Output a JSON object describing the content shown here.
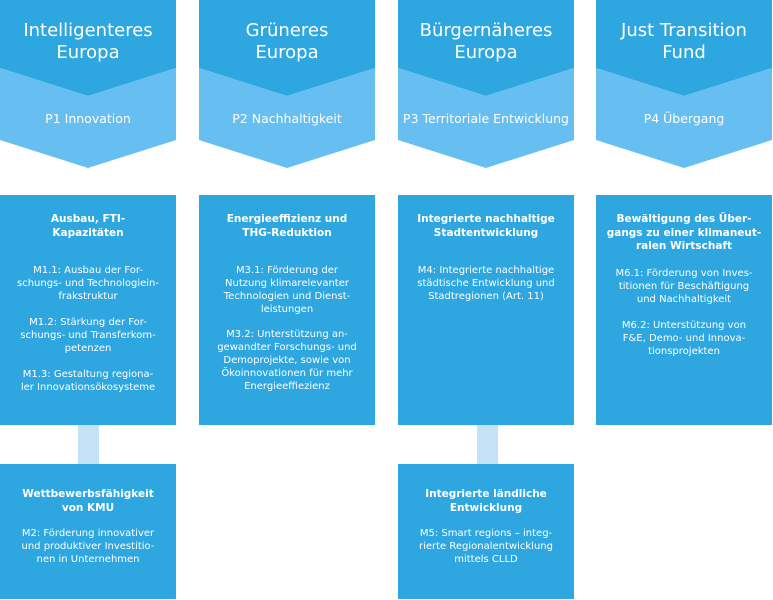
{
  "colors": {
    "header_dark": "#2ea6e0",
    "header_light": "#66bff0",
    "box": "#2ea6e0",
    "connector": "#c4e2f5"
  },
  "columns": [
    {
      "title_lines": [
        "Intelligenteres",
        "Europa"
      ],
      "priority": "P1 Innovation",
      "boxes": [
        {
          "title_lines": [
            "Ausbau, FTI-",
            "Kapazitäten"
          ],
          "items": [
            {
              "lines": [
                "M1.1: Ausbau der For-",
                "schungs- und Technologiein-",
                "frakstruktur"
              ]
            },
            {
              "lines": [
                "M1.2: Stärkung der For-",
                "schungs- und Transferkom-",
                "petenzen"
              ]
            },
            {
              "lines": [
                "M1.3: Gestaltung regiona-",
                "ler Innovationsökosysteme"
              ]
            }
          ]
        },
        {
          "title_lines": [
            "Wettbewerbsfähigkeit",
            "von KMU"
          ],
          "items": [
            {
              "lines": [
                "M2: Förderung innovativer",
                "und produktiver Investitio-",
                "nen in Unternehmen"
              ]
            }
          ]
        }
      ]
    },
    {
      "title_lines": [
        "Grüneres",
        "Europa"
      ],
      "priority": "P2 Nachhaltigkeit",
      "boxes": [
        {
          "title_lines": [
            "Energieeffizienz und",
            "THG-Reduktion"
          ],
          "items": [
            {
              "lines": [
                "M3.1: Förderung der",
                "Nutzung klimarelevanter",
                "Technologien und Dienst-",
                "leistungen"
              ]
            },
            {
              "lines": [
                "M3.2: Unterstützung an-",
                "gewandter Forschungs- und",
                "Demoprojekte, sowie von",
                "Ökoinnovationen für mehr",
                "Energieeffiezienz"
              ]
            }
          ]
        }
      ]
    },
    {
      "title_lines": [
        "Bürgernäheres",
        "Europa"
      ],
      "priority": "P3 Territoriale Entwicklung",
      "boxes": [
        {
          "title_lines": [
            "Integrierte nachhaltige",
            "Stadtentwicklung"
          ],
          "items": [
            {
              "lines": [
                "M4: Integrierte nachhaltige",
                "städtische Entwicklung und",
                "Stadtregionen (Art. 11)"
              ]
            }
          ]
        },
        {
          "title_lines": [
            "Integrierte ländliche",
            "Entwicklung"
          ],
          "items": [
            {
              "lines": [
                "M5: Smart regions – integ-",
                "rierte Regionalentwicklung",
                "mittels CLLD"
              ]
            }
          ]
        }
      ]
    },
    {
      "title_lines": [
        "Just Transition",
        "Fund"
      ],
      "priority": "P4 Übergang",
      "boxes": [
        {
          "title_lines": [
            "Bewältigung des Über-",
            "gangs zu einer klimaneut-",
            "ralen Wirtschaft"
          ],
          "items": [
            {
              "lines": [
                "M6.1: Förderung von Inves-",
                "titionen für Beschäftigung",
                "und Nachhaltigkeit"
              ]
            },
            {
              "lines": [
                "M6.2: Unterstützung von",
                "F&E, Demo- und Innova-",
                "tionsprojekten"
              ]
            }
          ]
        }
      ]
    }
  ]
}
